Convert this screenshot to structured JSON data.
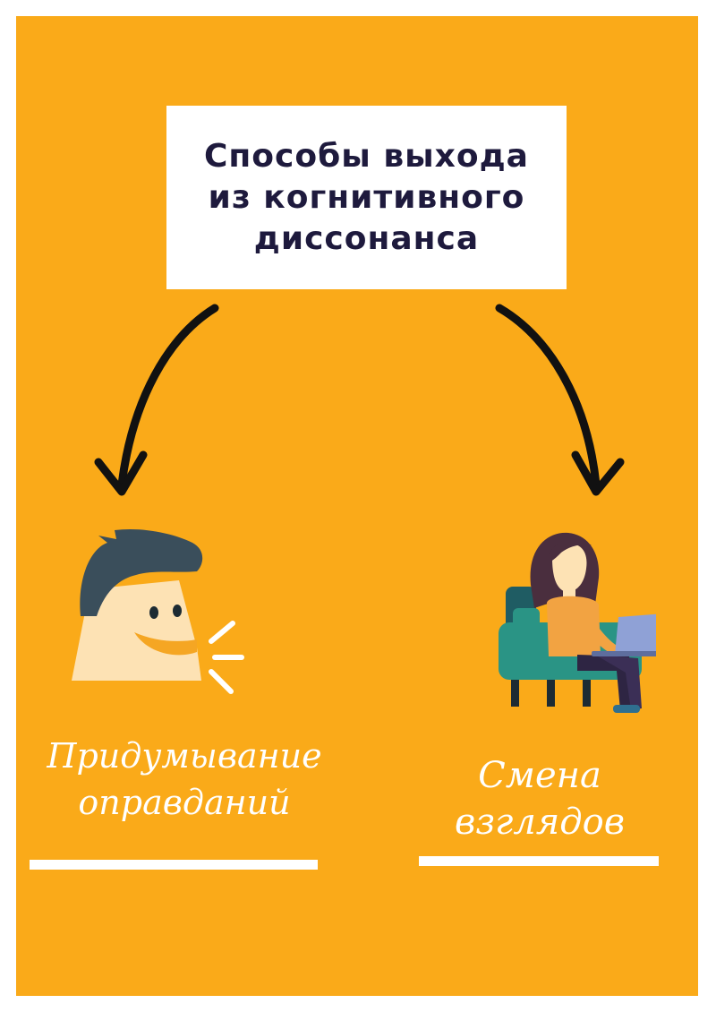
{
  "title": "Способы выхода\nиз когнитивного\nдиссонанса",
  "branches": [
    {
      "label": "Придумывание\nоправданий",
      "figure": "talking-man-icon"
    },
    {
      "label": "Смена взглядов",
      "figure": "woman-in-armchair-with-laptop-icon"
    }
  ],
  "colors": {
    "background": "#FAAA19",
    "title_box": "#FFFFFF",
    "title_text": "#1E1A3D",
    "arrows": "#111111",
    "caption": "#FFFFFF"
  }
}
